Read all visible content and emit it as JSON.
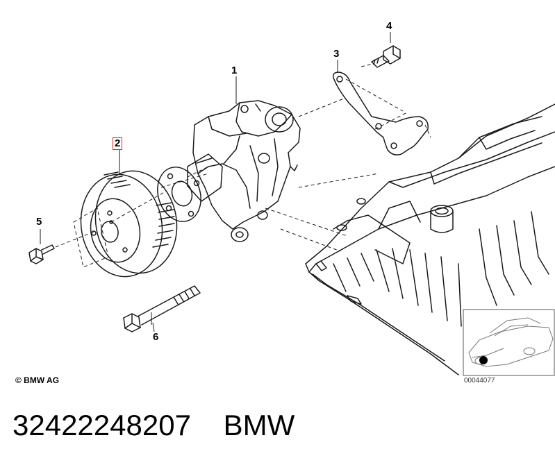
{
  "callouts": {
    "c1": "1",
    "c2": "2",
    "c3": "3",
    "c4": "4",
    "c5": "5",
    "c6": "6"
  },
  "selected_callout": "2",
  "copyright": "© BMW AG",
  "inset_image_id": "00044077",
  "caption": {
    "part_number": "32422248207",
    "brand": "BMW"
  },
  "colors": {
    "line": "#1a1a1a",
    "selection_box": "#e02020",
    "inset_border": "#555555"
  }
}
